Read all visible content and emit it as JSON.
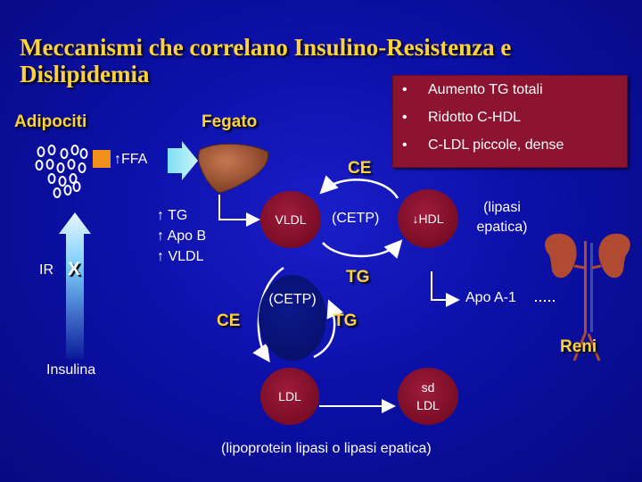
{
  "title": {
    "line1": "Meccanismi che correlano Insulino-Resistenza e",
    "line2": "Dislipidemia"
  },
  "summary_box": {
    "items": [
      "Aumento TG totali",
      "Ridotto C-HDL",
      "C-LDL piccole, dense"
    ]
  },
  "labels": {
    "adipociti": "Adipociti",
    "fegato": "Fegato",
    "ffa": "FFA",
    "ir": "IR",
    "ir_block": "X",
    "insulina": "Insulina",
    "liver_outputs": [
      "TG",
      "Apo B",
      "VLDL"
    ],
    "ce_top": "CE",
    "ce_left": "CE",
    "tg_right": "TG",
    "tg_mid": "TG",
    "cetp_upper": "(CETP)",
    "cetp_lower": "(CETP)",
    "lipasi_epatica": "(lipasi epatica)",
    "apo_a1": "Apo A-1",
    "reni": "Reni",
    "bottom_note": "(lipoprotein lipasi  o lipasi  epatica)"
  },
  "particles": {
    "vldl": "VLDL",
    "hdl": "HDL",
    "ldl": "LDL",
    "sd_ldl": "sd LDL"
  },
  "colors": {
    "title": "#ffd23a",
    "box": "#8c1430",
    "particle": "#8c1a36",
    "background": "#0c10a8"
  }
}
